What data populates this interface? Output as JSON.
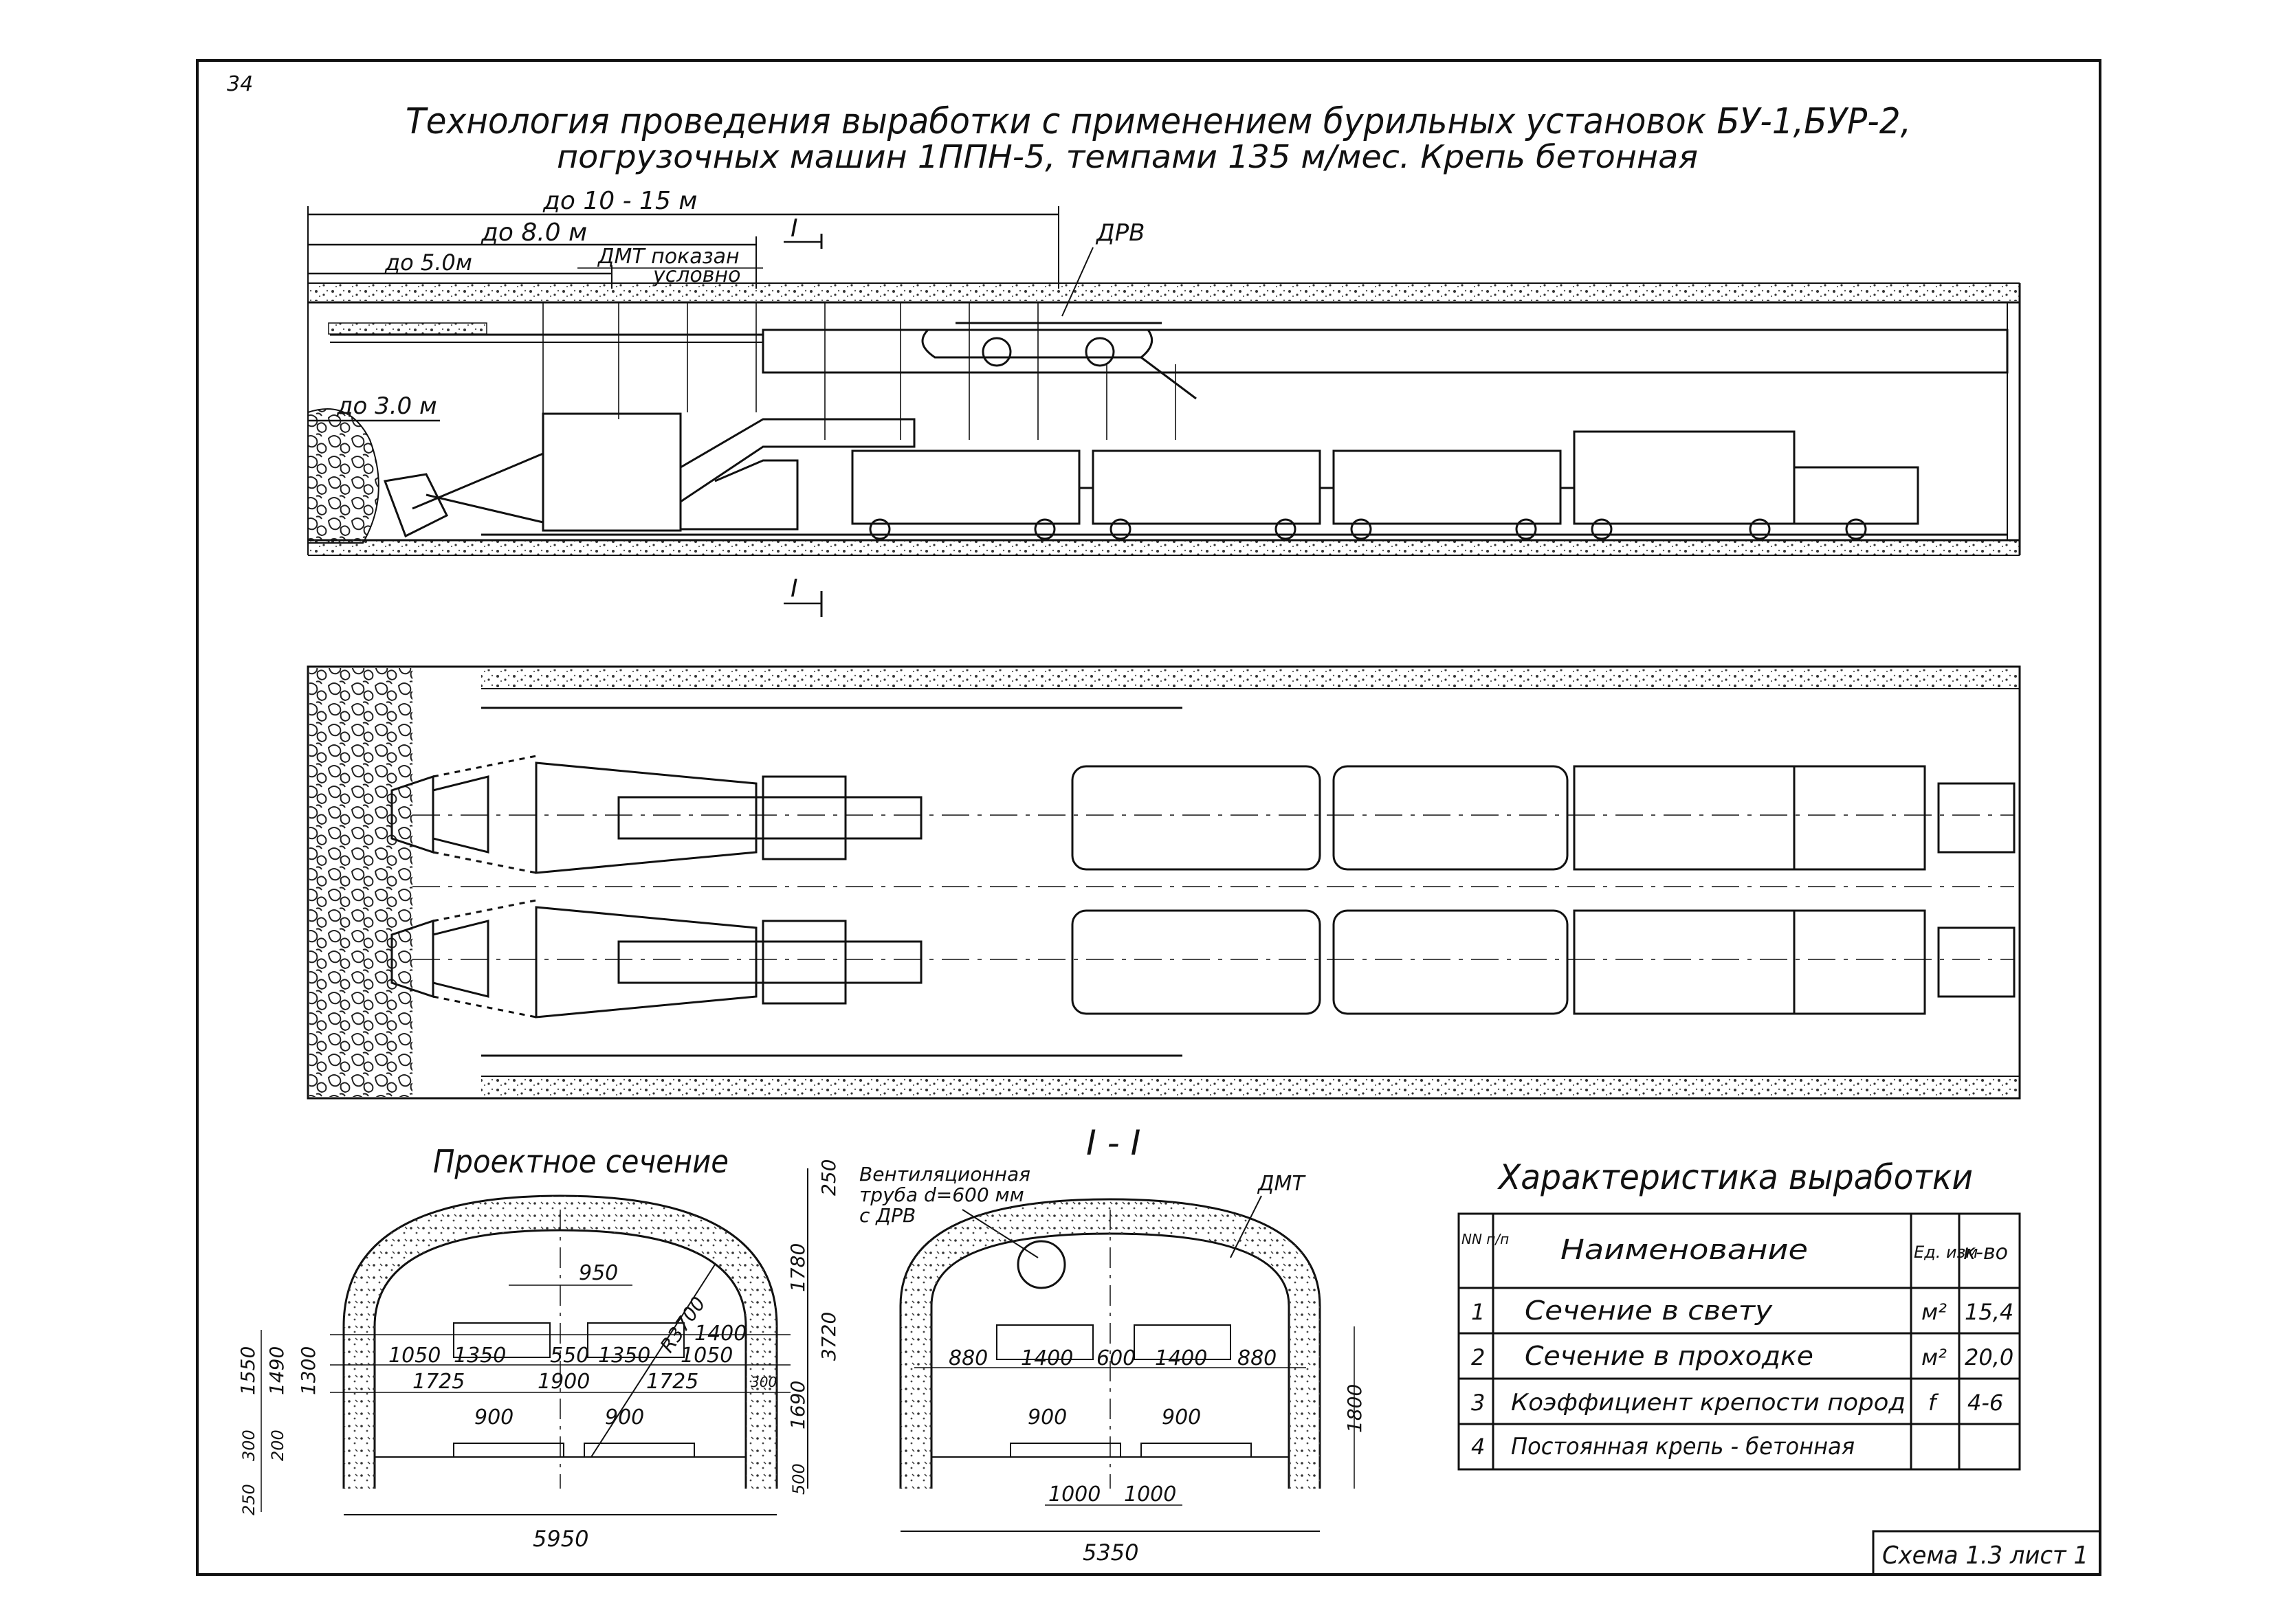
{
  "page_number": "34",
  "title_line1": "Технология проведения выработки с применением бурильных установок БУ-1,БУР-2,",
  "title_line2": "погрузочных машин 1ППН-5, темпами 135 м/мес. Крепь бетонная",
  "top_view": {
    "dim_10_15": "до 10 - 15 м",
    "dim_8": "до 8.0 м",
    "dim_5": "до 5.0м",
    "dmt_note_1": "ДМТ показан",
    "dmt_note_2": "условно",
    "drv": "ДРВ",
    "dim_3": "до 3.0 м",
    "section_mark": "I"
  },
  "project_section": {
    "title": "Проектное сечение",
    "dims": {
      "d950": "950",
      "d1050a": "1050",
      "d1350a": "1350",
      "d550": "550",
      "d1350b": "1350",
      "d1400": "1400",
      "d1050b": "1050",
      "d1725a": "1725",
      "d1900": "1900",
      "d1725b": "1725",
      "d900a": "900",
      "d900b": "900",
      "d5950": "5950",
      "r3700": "R3700",
      "d250top": "250",
      "d1780": "1780",
      "d3720": "3720",
      "d1690": "1690",
      "d500": "500",
      "d300r": "300",
      "d1550": "1550",
      "d1490": "1490",
      "d1300": "1300",
      "d300l": "300",
      "d200": "200",
      "d250l": "250"
    }
  },
  "section_1_1": {
    "title": "I - I",
    "vent_1": "Вентиляционная",
    "vent_2": "труба d=600 мм",
    "vent_3": "с ДРВ",
    "dmt": "ДМТ",
    "dims": {
      "d880a": "880",
      "d1400a": "1400",
      "d600": "600",
      "d1400b": "1400",
      "d880b": "880",
      "d900a": "900",
      "d900b": "900",
      "d1000a": "1000",
      "d1000b": "1000",
      "d5350": "5350",
      "d1800": "1800"
    }
  },
  "characteristics": {
    "title": "Характеристика выработки",
    "headers": {
      "num": "NN п/п",
      "name": "Наименование",
      "unit": "Ед. изм",
      "qty": "к-во"
    },
    "rows": [
      {
        "n": "1",
        "name": "Сечение в свету",
        "unit": "м²",
        "qty": "15,4"
      },
      {
        "n": "2",
        "name": "Сечение в проходке",
        "unit": "м²",
        "qty": "20,0"
      },
      {
        "n": "3",
        "name": "Коэффициент крепости пород",
        "unit": "f",
        "qty": "4-6"
      },
      {
        "n": "4",
        "name": "Постоянная крепь - бетонная",
        "unit": "",
        "qty": ""
      }
    ]
  },
  "stamp": "Схема 1.3 лист 1"
}
